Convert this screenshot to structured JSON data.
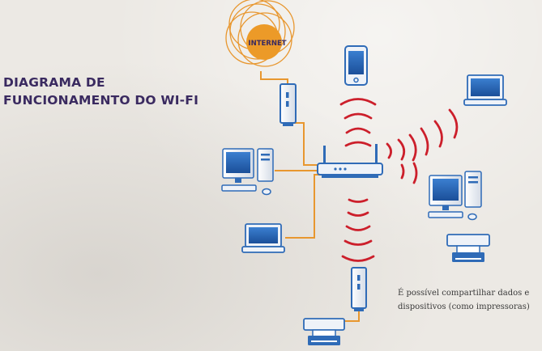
{
  "title": {
    "line1": "DIAGRAMA DE",
    "line2": "FUNCIONAMENTO DO WI-FI"
  },
  "internet_label": "INTERNET",
  "caption": {
    "line1": "É possível compartilhar dados e",
    "line2": "dispositivos (como impressoras)"
  },
  "colors": {
    "background": "#ece9e4",
    "title_text": "#3a2a60",
    "device_blue": "#2f6bb7",
    "screen_blue": "#1e5aa8",
    "cable_orange": "#e8972f",
    "wifi_red": "#cc1f2b",
    "internet_orange": "#ec9a28"
  },
  "icons": [
    "internet-globe-icon",
    "modem-icon",
    "router-icon",
    "wifi-waves-icon",
    "desktop-computer-icon",
    "laptop-icon",
    "smartphone-icon",
    "access-point-icon",
    "printer-icon"
  ]
}
